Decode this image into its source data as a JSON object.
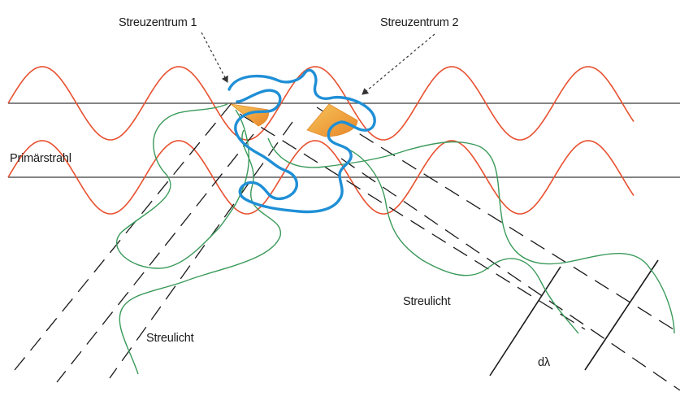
{
  "labels": {
    "scatter_center_1": "Streuzentrum 1",
    "scatter_center_2": "Streuzentrum 2",
    "primary_beam": "Primärstrahl",
    "scattered_light_right": "Streulicht",
    "scattered_light_left": "Streulicht",
    "path_difference": "dλ"
  },
  "colors": {
    "primary_wave": "#e8502f",
    "molecule": "#1f8fd6",
    "scattered_wave": "#3a9a5a",
    "scatter_cone": "#f0a030",
    "beam_line": "#333333",
    "text": "#1a1a1a"
  }
}
